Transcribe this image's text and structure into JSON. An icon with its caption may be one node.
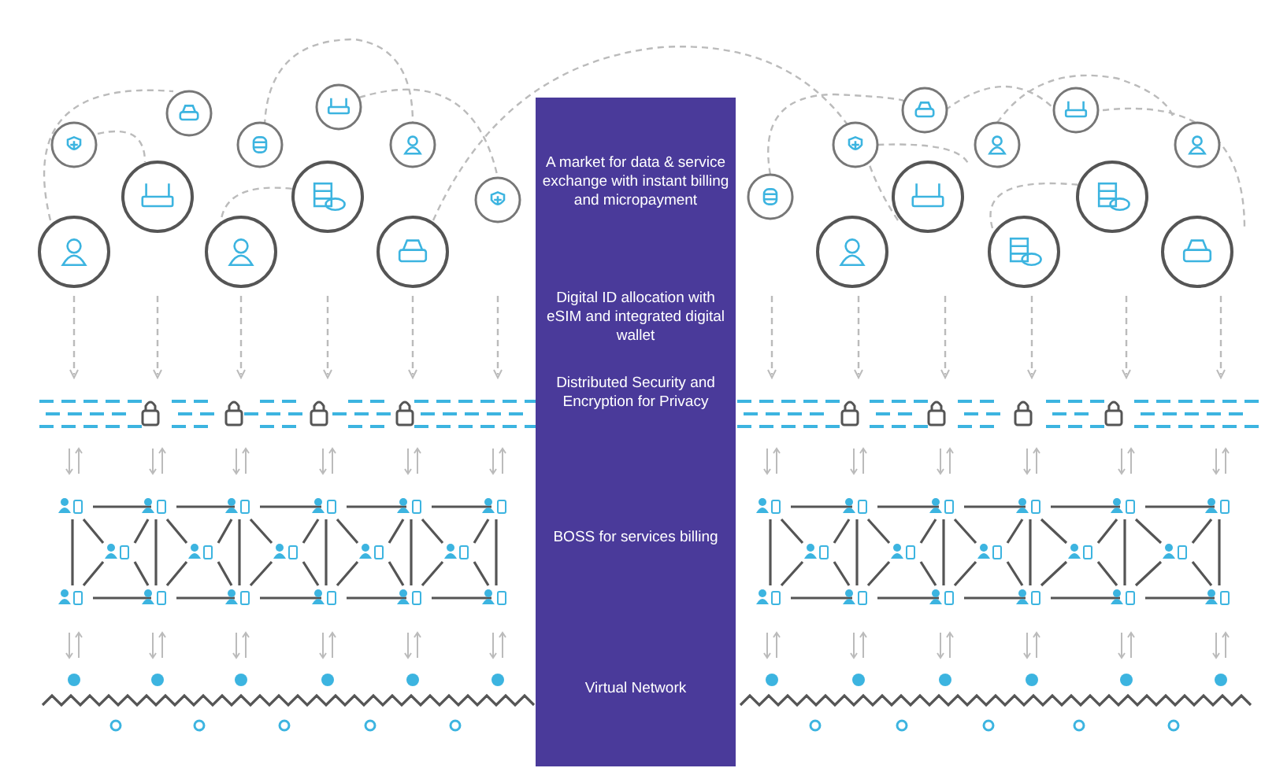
{
  "diagram": {
    "nodes": [
      {
        "text": [
          "A market for data & service exchange with instant billing and micropayment",
          "Digital ID allocation with eSIM and integrated digital wallet",
          "Distributed Security and Encryption for Privacy",
          "BOSS for services billing",
          "Virtual Network"
        ]
      }
    ]
  }
}
